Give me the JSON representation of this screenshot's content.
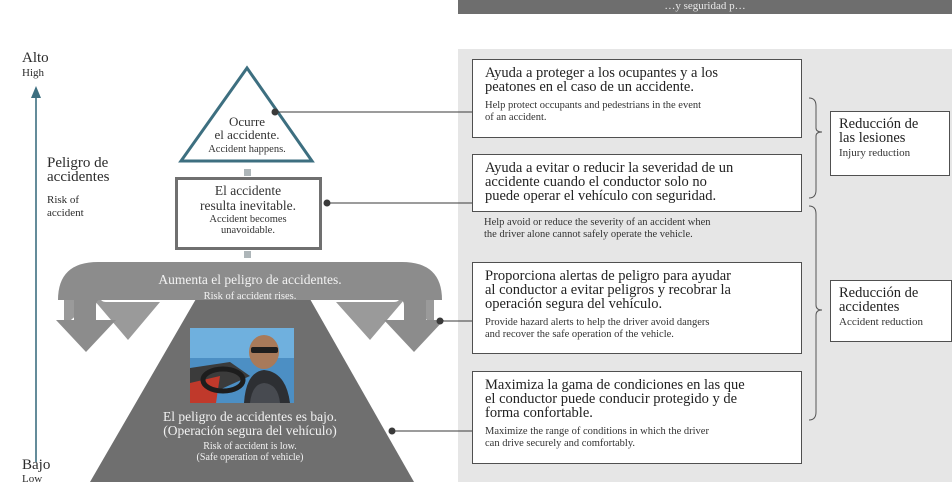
{
  "header": {
    "banner_text": "…y seguridad p…"
  },
  "axis": {
    "high_es": "Alto",
    "high_en": "High",
    "danger_es_line1": "Peligro de",
    "danger_es_line2": "accidentes",
    "danger_en_line1": "Risk of",
    "danger_en_line2": "accident",
    "low_es": "Bajo",
    "low_en": "Low"
  },
  "levels": {
    "accident_happens": {
      "es_line1": "Ocurre",
      "es_line2": "el accidente.",
      "en": "Accident happens."
    },
    "unavoidable": {
      "es_line1": "El accidente",
      "es_line2": "resulta inevitable.",
      "en_line1": "Accident becomes",
      "en_line2": "unavoidable."
    },
    "risk_rises": {
      "es": "Aumenta el peligro de accidentes.",
      "en": "Risk of accident rises."
    },
    "risk_low": {
      "es_line1": "El peligro de accidentes es bajo.",
      "es_line2": "(Operación segura del vehículo)",
      "en_line1": "Risk of accident is low.",
      "en_line2": "(Safe operation of vehicle)"
    }
  },
  "functions": [
    {
      "es_line1": "Ayuda a proteger a los ocupantes y a los",
      "es_line2": "peatones en el caso de un accidente.",
      "en_line1": "Help protect occupants and pedestrians in the event",
      "en_line2": "of an accident."
    },
    {
      "es_line1": "Ayuda a evitar o reducir la severidad de un",
      "es_line2": "accidente cuando el conductor solo no",
      "es_line3": "puede operar el vehículo con seguridad.",
      "en_line1": "Help avoid or reduce the severity of an accident when",
      "en_line2": "the driver alone cannot safely operate the vehicle."
    },
    {
      "es_line1": "Proporciona alertas de peligro para ayudar",
      "es_line2": "al conductor a evitar peligros y recobrar la",
      "es_line3": "operación segura del vehículo.",
      "en_line1": "Provide hazard alerts to help the driver avoid dangers",
      "en_line2": "and recover the safe operation of the vehicle."
    },
    {
      "es_line1": "Maximiza la gama de condiciones en las que",
      "es_line2": "el conductor puede conducir protegido y de",
      "es_line3": "forma confortable.",
      "en_line1": "Maximize the range of conditions in which the driver",
      "en_line2": "can drive securely and comfortably."
    }
  ],
  "outcomes": {
    "injury": {
      "es_line1": "Reducción de",
      "es_line2": "las lesiones",
      "en": "Injury reduction"
    },
    "accident": {
      "es_line1": "Reducción de",
      "es_line2": "accidentes",
      "en": "Accident reduction"
    }
  },
  "colors": {
    "teal": "#3d6f80",
    "pyramid_gray": "#6f6f6f",
    "arrow_gray": "#9a9a9a",
    "panel_gray": "#e6e6e6"
  }
}
